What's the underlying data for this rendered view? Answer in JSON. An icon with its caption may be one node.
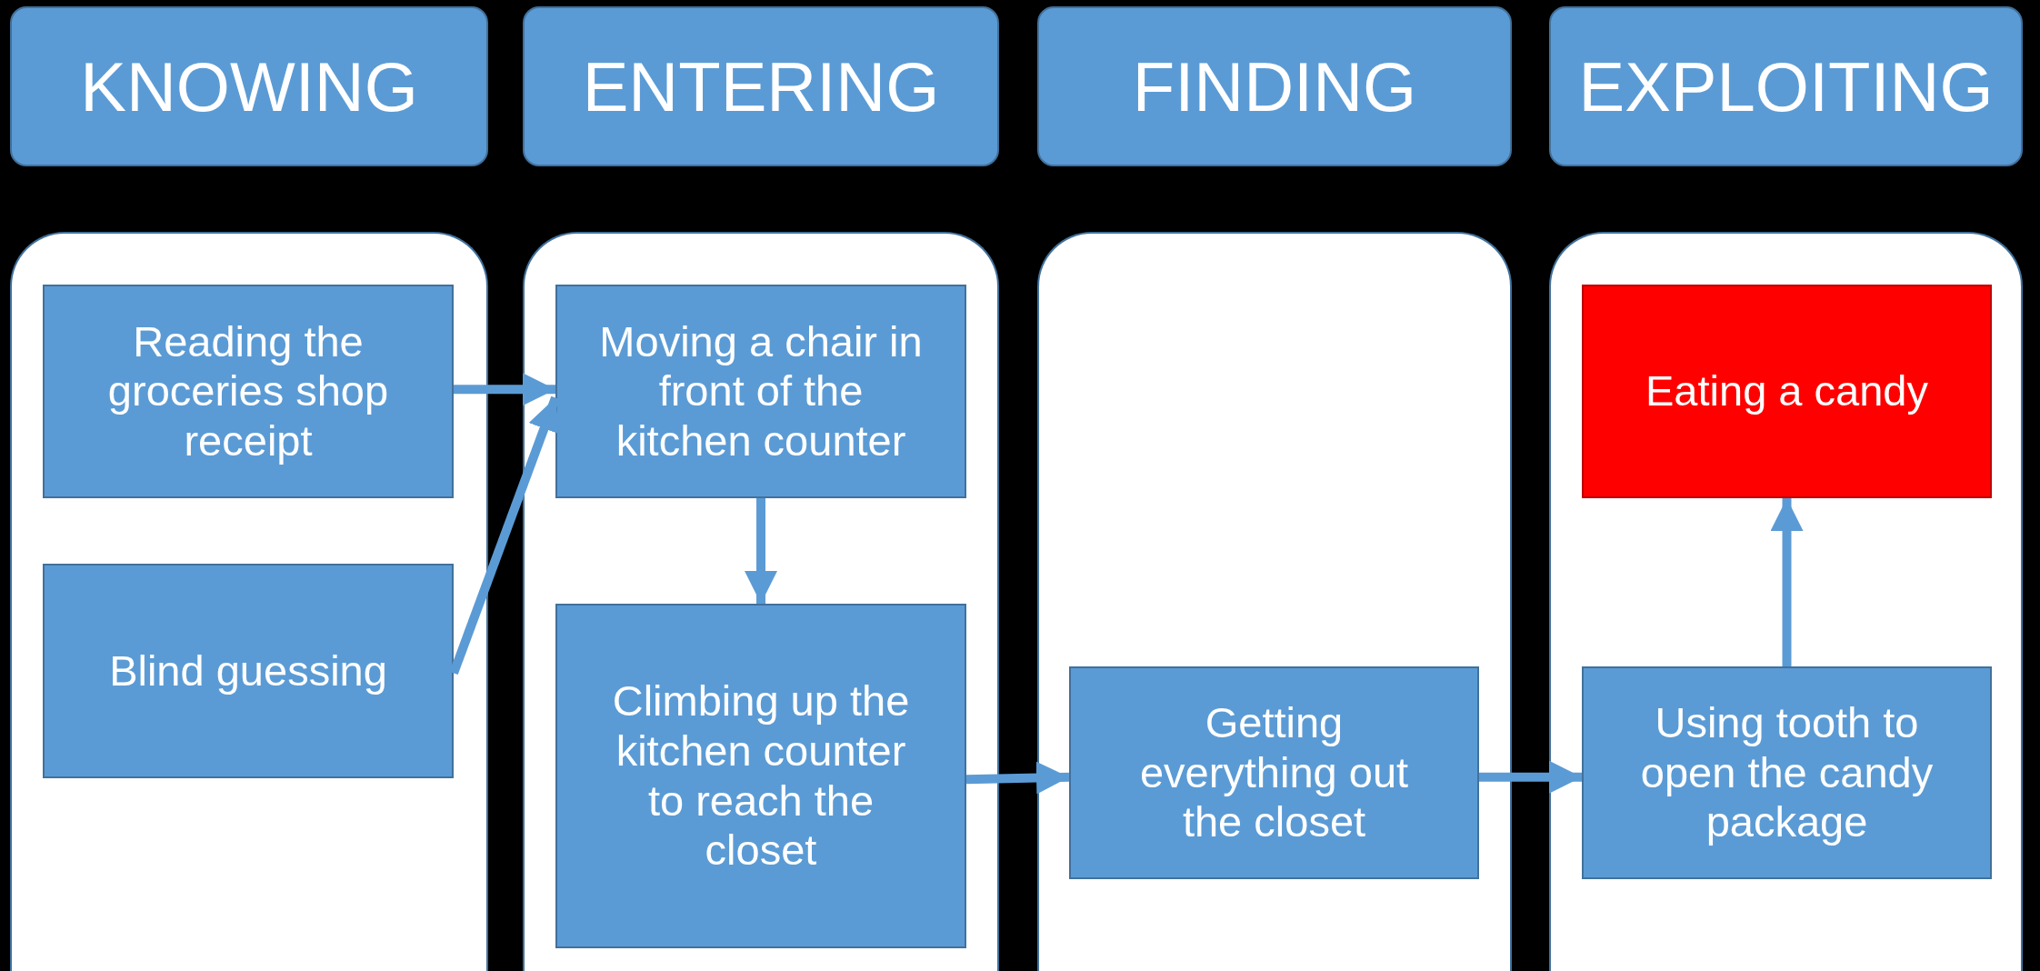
{
  "diagram": {
    "nodes": [
      {
        "text": [
          "KNOWING"
        ]
      },
      {
        "text": [
          "ENTERING"
        ]
      },
      {
        "text": [
          "FINDING"
        ]
      },
      {
        "text": [
          "EXPLOITING"
        ]
      },
      {
        "text": [],
        "shape": "box"
      },
      {
        "text": [
          "Reading the groceries shop receipt"
        ],
        "in": 4
      },
      {
        "text": [
          "Blind guessing"
        ],
        "in": 4
      },
      {
        "text": [],
        "shape": "box"
      },
      {
        "text": [
          "Moving a chair in front of the kitchen counter"
        ],
        "in": 7
      },
      {
        "text": [
          "Climbing up the kitchen counter to reach the closet"
        ],
        "in": 7
      },
      {
        "text": [],
        "shape": "box"
      },
      {
        "text": [
          "Getting everything out the closet"
        ],
        "in": 10
      },
      {
        "text": [],
        "shape": "box"
      },
      {
        "text": [
          "Eating a candy"
        ],
        "in": 12
      },
      {
        "text": [
          "Using tooth to open the candy package"
        ],
        "in": 12
      }
    ],
    "edges": [
      {
        "from": 5,
        "to": 8,
        "arrow": "to"
      },
      {
        "from": 6,
        "to": 8,
        "arrow": "to"
      },
      {
        "from": 8,
        "to": 9,
        "arrow": "to"
      },
      {
        "from": 9,
        "to": 11,
        "arrow": "to"
      },
      {
        "from": 11,
        "to": 14,
        "arrow": "to"
      },
      {
        "from": 14,
        "to": 13,
        "arrow": "to"
      }
    ]
  }
}
